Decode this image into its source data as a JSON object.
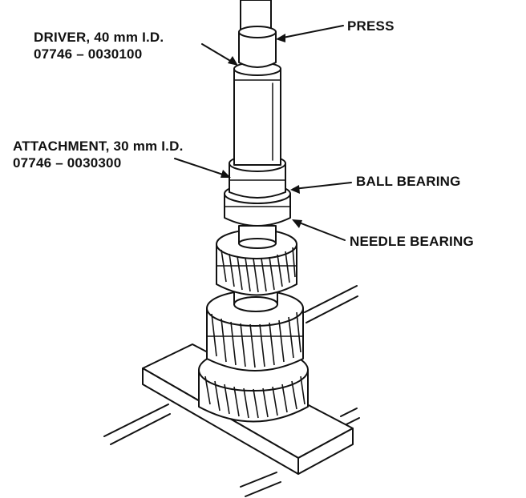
{
  "labels": {
    "press": "PRESS",
    "driver": [
      "DRIVER, 40 mm I.D.",
      "07746 – 0030100"
    ],
    "attachment": [
      "ATTACHMENT, 30 mm I.D.",
      "07746 – 0030300"
    ],
    "ball_bearing": "BALL BEARING",
    "needle_bearing": "NEEDLE BEARING"
  },
  "colors": {
    "ink": "#111111",
    "paper": "#ffffff"
  }
}
